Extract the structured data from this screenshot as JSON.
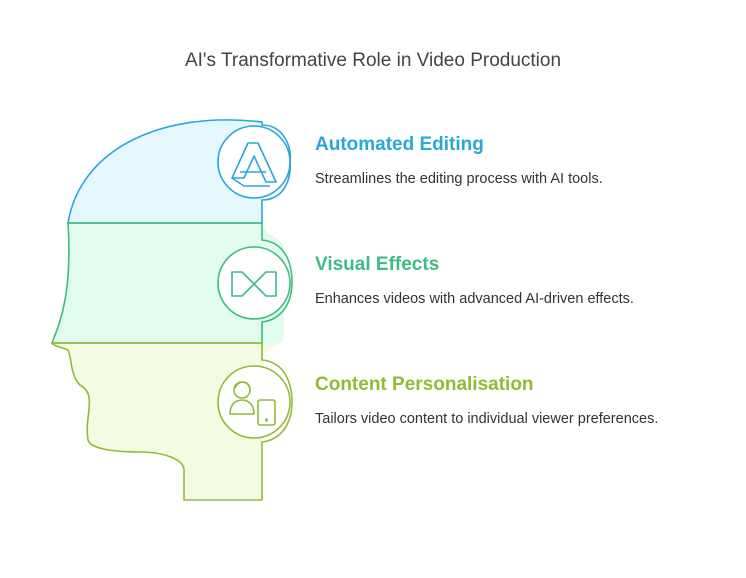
{
  "title": "AI's Transformative Role in Video Production",
  "items": [
    {
      "heading": "Automated Editing",
      "description": "Streamlines the editing process with AI tools.",
      "icon": "automation-a-icon",
      "color": "#2AA7D6",
      "fill": "#E6F6FD"
    },
    {
      "heading": "Visual Effects",
      "description": "Enhances videos with advanced AI-driven effects.",
      "icon": "infinity-icon",
      "color": "#3DBD80",
      "fill": "#E2FBEF"
    },
    {
      "heading": "Content Personalisation",
      "description": "Tailors video content to individual viewer preferences.",
      "icon": "user-device-icon",
      "color": "#92BA38",
      "fill": "#F3FCE3"
    }
  ]
}
